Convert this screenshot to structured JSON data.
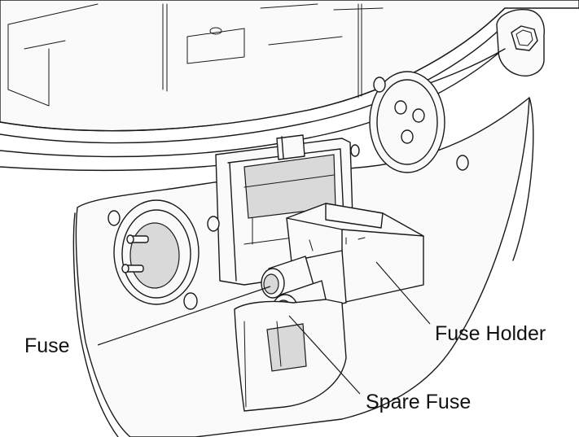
{
  "labels": {
    "fuse": "Fuse",
    "fuse_holder": "Fuse Holder",
    "spare_fuse": "Spare Fuse"
  }
}
